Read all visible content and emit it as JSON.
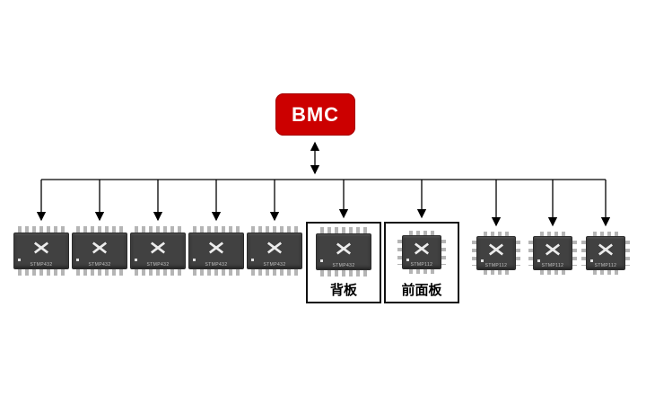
{
  "bmc": {
    "label": "BMC"
  },
  "boxes": {
    "backplane": {
      "label": "背板"
    },
    "front_panel": {
      "label": "前面板"
    }
  },
  "chips": {
    "soic_label": "STMP432",
    "qfn_label": "STMP112",
    "soic_count_unboxed": 5,
    "qfn_count_unboxed": 3
  },
  "icons": {
    "st_logo": "st-logo-icon"
  },
  "colors": {
    "bmc_red": "#cc0000",
    "chip_body": "#414141",
    "pin_gray": "#b5b5b5",
    "line_black": "#000000",
    "background": "#ffffff"
  }
}
